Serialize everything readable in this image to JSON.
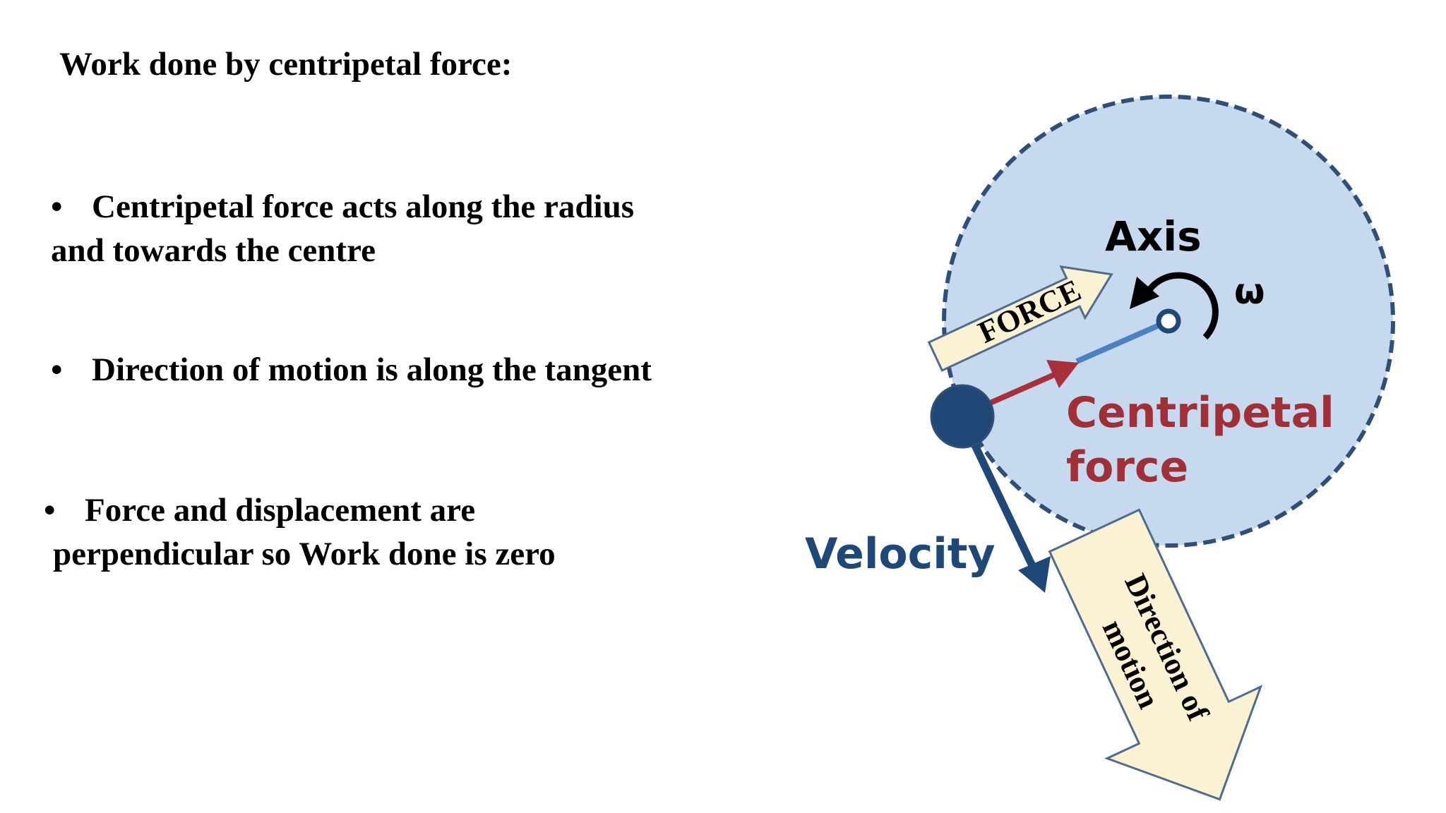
{
  "slide": {
    "title": "Work done by centripetal force:",
    "bullets": [
      {
        "line1": "Centripetal force acts along the radius",
        "line2": "and towards the centre"
      },
      {
        "line1": "Direction of motion is along the tangent"
      },
      {
        "line1": "Force and displacement are",
        "line2": "perpendicular so  Work done is zero"
      }
    ],
    "bullet_glyph": "•"
  },
  "diagram": {
    "labels": {
      "axis": "Axis",
      "omega": "ω",
      "force": "FORCE",
      "centripetal_line1": "Centripetal",
      "centripetal_line2": "force",
      "velocity": "Velocity",
      "direction_line1": "Direction of",
      "direction_line2": "motion"
    },
    "colors": {
      "circle_fill": "#c6d9ef",
      "circle_border": "#2f4f78",
      "ball": "#1f4877",
      "radius_line": "#4b82c3",
      "force_arrow": "#a8303a",
      "velocity_arrow": "#1f4877",
      "velocity_text": "#1f4877",
      "centripetal_text": "#a03038",
      "callout_fill": "#fbf1d3",
      "callout_border": "#4f6c8e"
    }
  }
}
